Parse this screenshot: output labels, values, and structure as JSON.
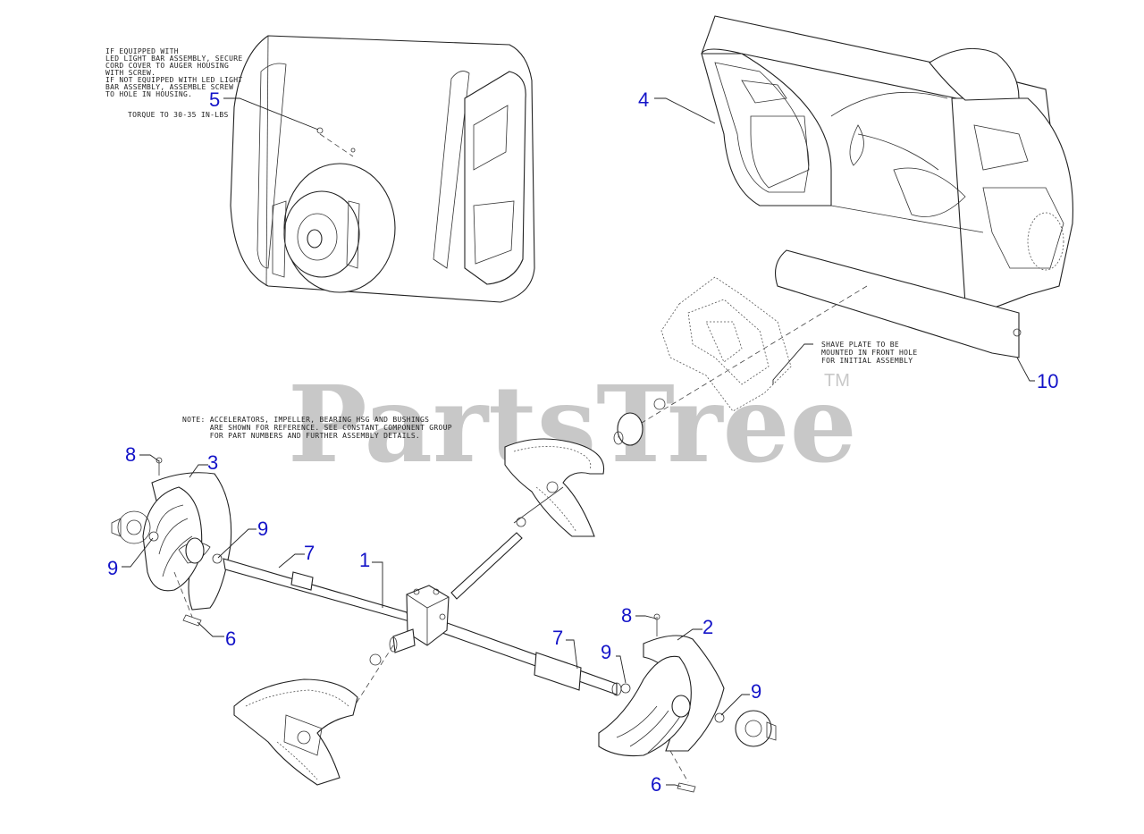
{
  "watermark": {
    "brand": "PartsTree",
    "trademark": "TM"
  },
  "notes": {
    "led_bar": [
      "IF EQUIPPED WITH",
      "LED LIGHT BAR ASSEMBLY, SECURE",
      "CORD COVER TO AUGER HOUSING",
      "WITH SCREW.",
      "IF NOT EQUIPPED WITH LED LIGHT",
      "BAR ASSEMBLY, ASSEMBLE SCREW",
      "TO HOLE IN HOUSING."
    ],
    "torque": "TORQUE TO 30-35 IN-LBS",
    "shave_plate": [
      "SHAVE PLATE TO BE",
      "MOUNTED IN FRONT HOLE",
      "FOR INITIAL ASSEMBLY"
    ],
    "accelerators": [
      "NOTE: ACCELERATORS, IMPELLER, BEARING HSG AND BUSHINGS",
      "      ARE SHOWN FOR REFERENCE. SEE CONSTANT COMPONENT GROUP",
      "      FOR PART NUMBERS AND FURTHER ASSEMBLY DETAILS."
    ]
  },
  "callouts": [
    "5",
    "4",
    "10",
    "8",
    "3",
    "9",
    "9",
    "7",
    "1",
    "6",
    "8",
    "2",
    "7",
    "9",
    "9",
    "6"
  ],
  "colors": {
    "callout": "#1313c8",
    "line": "#222222",
    "watermark": "#c8c8c8"
  }
}
